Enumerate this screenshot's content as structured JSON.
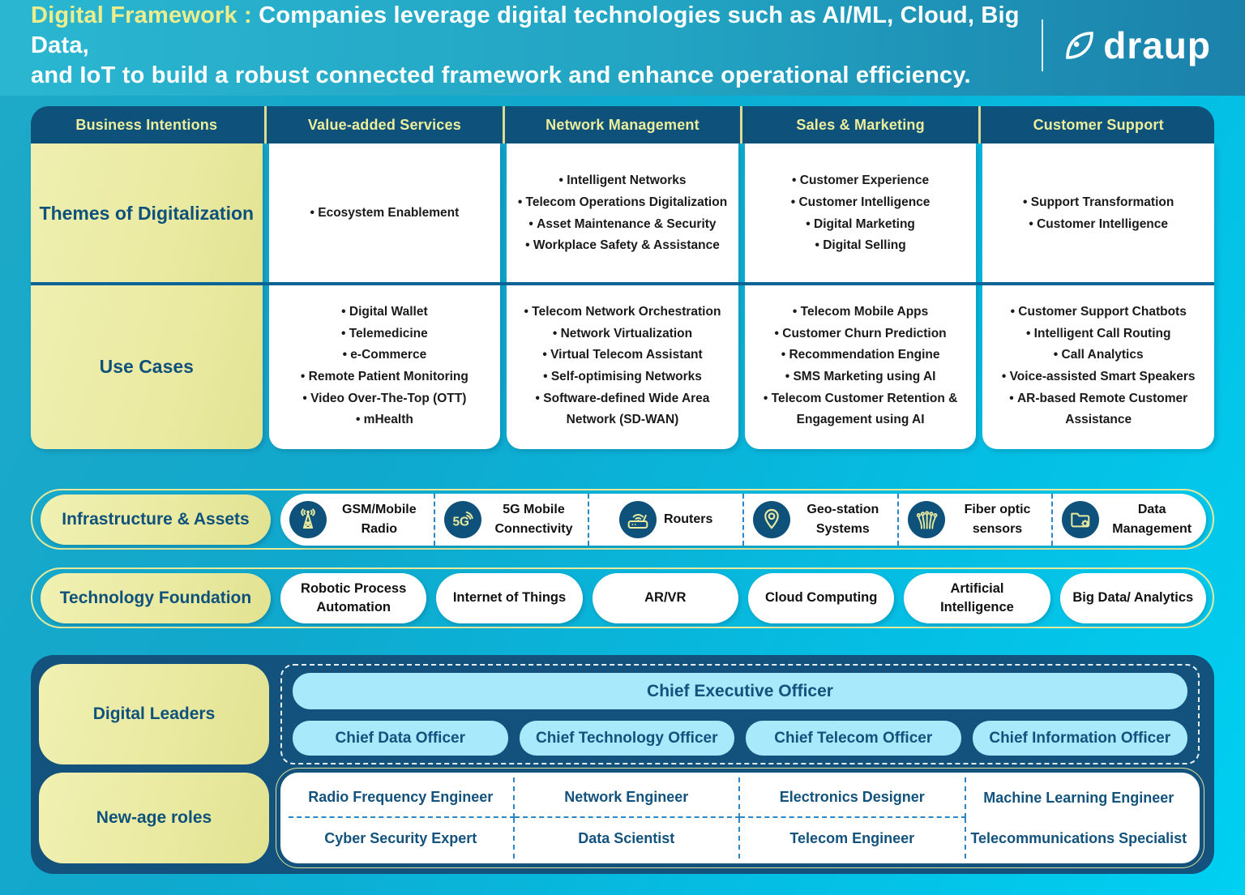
{
  "header": {
    "title_prefix": "Digital Framework :",
    "title_line1": " Companies leverage digital technologies such as AI/ML, Cloud, Big Data,",
    "title_line2": "and IoT to build a robust connected framework and enhance operational efficiency.",
    "logo_text": "draup"
  },
  "matrix": {
    "columns": [
      "Business Intentions",
      "Value-added Services",
      "Network Management",
      "Sales & Marketing",
      "Customer Support"
    ],
    "row_labels": {
      "themes": "Themes of Digitalization",
      "use_cases": "Use Cases"
    },
    "themes": {
      "value_added_services": [
        "Ecosystem Enablement"
      ],
      "network_management": [
        "Intelligent Networks",
        "Telecom Operations Digitalization",
        "Asset Maintenance & Security",
        "Workplace Safety & Assistance"
      ],
      "sales_marketing": [
        "Customer Experience",
        "Customer Intelligence",
        "Digital Marketing",
        "Digital Selling"
      ],
      "customer_support": [
        "Support Transformation",
        "Customer Intelligence"
      ]
    },
    "use_cases": {
      "value_added_services": [
        "Digital Wallet",
        "Telemedicine",
        "e-Commerce",
        "Remote Patient Monitoring",
        "Video Over-The-Top (OTT)",
        "mHealth"
      ],
      "network_management": [
        "Telecom Network Orchestration",
        "Network Virtualization",
        "Virtual Telecom Assistant",
        "Self-optimising Networks",
        "Software-defined Wide Area Network (SD-WAN)"
      ],
      "sales_marketing": [
        "Telecom Mobile Apps",
        "Customer Churn Prediction",
        "Recommendation Engine",
        "SMS Marketing using AI",
        "Telecom Customer Retention & Engagement using AI"
      ],
      "customer_support": [
        "Customer Support Chatbots",
        "Intelligent Call Routing",
        "Call Analytics",
        "Voice-assisted Smart Speakers",
        "AR-based Remote Customer Assistance"
      ]
    }
  },
  "infrastructure": {
    "label": "Infrastructure & Assets",
    "items": [
      {
        "icon": "gsm-tower-icon",
        "label": "GSM/Mobile Radio"
      },
      {
        "icon": "5g-icon",
        "label": "5G Mobile Connectivity"
      },
      {
        "icon": "router-icon",
        "label": "Routers"
      },
      {
        "icon": "geo-pin-icon",
        "label": "Geo-station Systems"
      },
      {
        "icon": "fiber-optic-icon",
        "label": "Fiber optic sensors"
      },
      {
        "icon": "data-folder-icon",
        "label": "Data Management"
      }
    ]
  },
  "technology": {
    "label": "Technology Foundation",
    "items": [
      "Robotic Process Automation",
      "Internet of Things",
      "AR/VR",
      "Cloud Computing",
      "Artificial Intelligence",
      "Big Data/ Analytics"
    ]
  },
  "leaders": {
    "label": "Digital Leaders",
    "ceo": "Chief Executive Officer",
    "officers": [
      "Chief Data Officer",
      "Chief Technology Officer",
      "Chief Telecom Officer",
      "Chief Information Officer"
    ]
  },
  "roles": {
    "label": "New-age roles",
    "items": [
      "Radio Frequency Engineer",
      "Network Engineer",
      "Electronics Designer",
      "Machine Learning Engineer",
      "Cyber Security Expert",
      "Data Scientist",
      "Telecom Engineer",
      "Telecommunications Specialist"
    ]
  },
  "colors": {
    "dark_blue": "#0E527B",
    "panel_blue": "#12527C",
    "accent_yellow": "#EAEA9F",
    "header_text_yellow": "#ECEE8E",
    "light_blue": "#A8E9FB",
    "divider_blue": "#0C6496",
    "dashed_blue": "#2C86C6",
    "bg_top": "#1FA9C7",
    "bg_bottom": "#00D0F2"
  }
}
